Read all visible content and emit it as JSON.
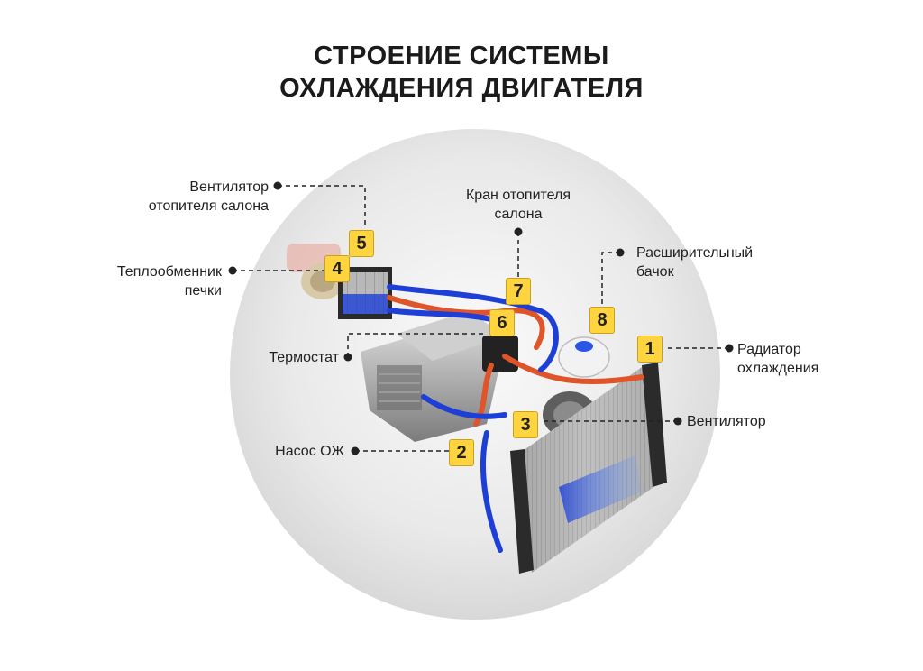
{
  "title": {
    "line1": "СТРОЕНИЕ СИСТЕМЫ",
    "line2": "ОХЛАЖДЕНИЯ ДВИГАТЕЛЯ"
  },
  "components": [
    {
      "number": "1",
      "label_lines": [
        "Радиатор",
        "охлаждения"
      ]
    },
    {
      "number": "2",
      "label_lines": [
        "Насос ОЖ"
      ]
    },
    {
      "number": "3",
      "label_lines": [
        "Вентилятор"
      ]
    },
    {
      "number": "4",
      "label_lines": [
        "Теплообменник",
        "печки"
      ]
    },
    {
      "number": "5",
      "label_lines": [
        "Вентилятор",
        "отопителя салона"
      ]
    },
    {
      "number": "6",
      "label_lines": [
        "Термостат"
      ]
    },
    {
      "number": "7",
      "label_lines": [
        "Кран отопителя",
        "салона"
      ]
    },
    {
      "number": "8",
      "label_lines": [
        "Расширительный",
        "бачок"
      ]
    }
  ],
  "colors": {
    "badge": "#ffd43f",
    "hot_pipe": "#e0542a",
    "cold_pipe": "#1d3fd6",
    "background_circle": "#e6e6e6"
  }
}
